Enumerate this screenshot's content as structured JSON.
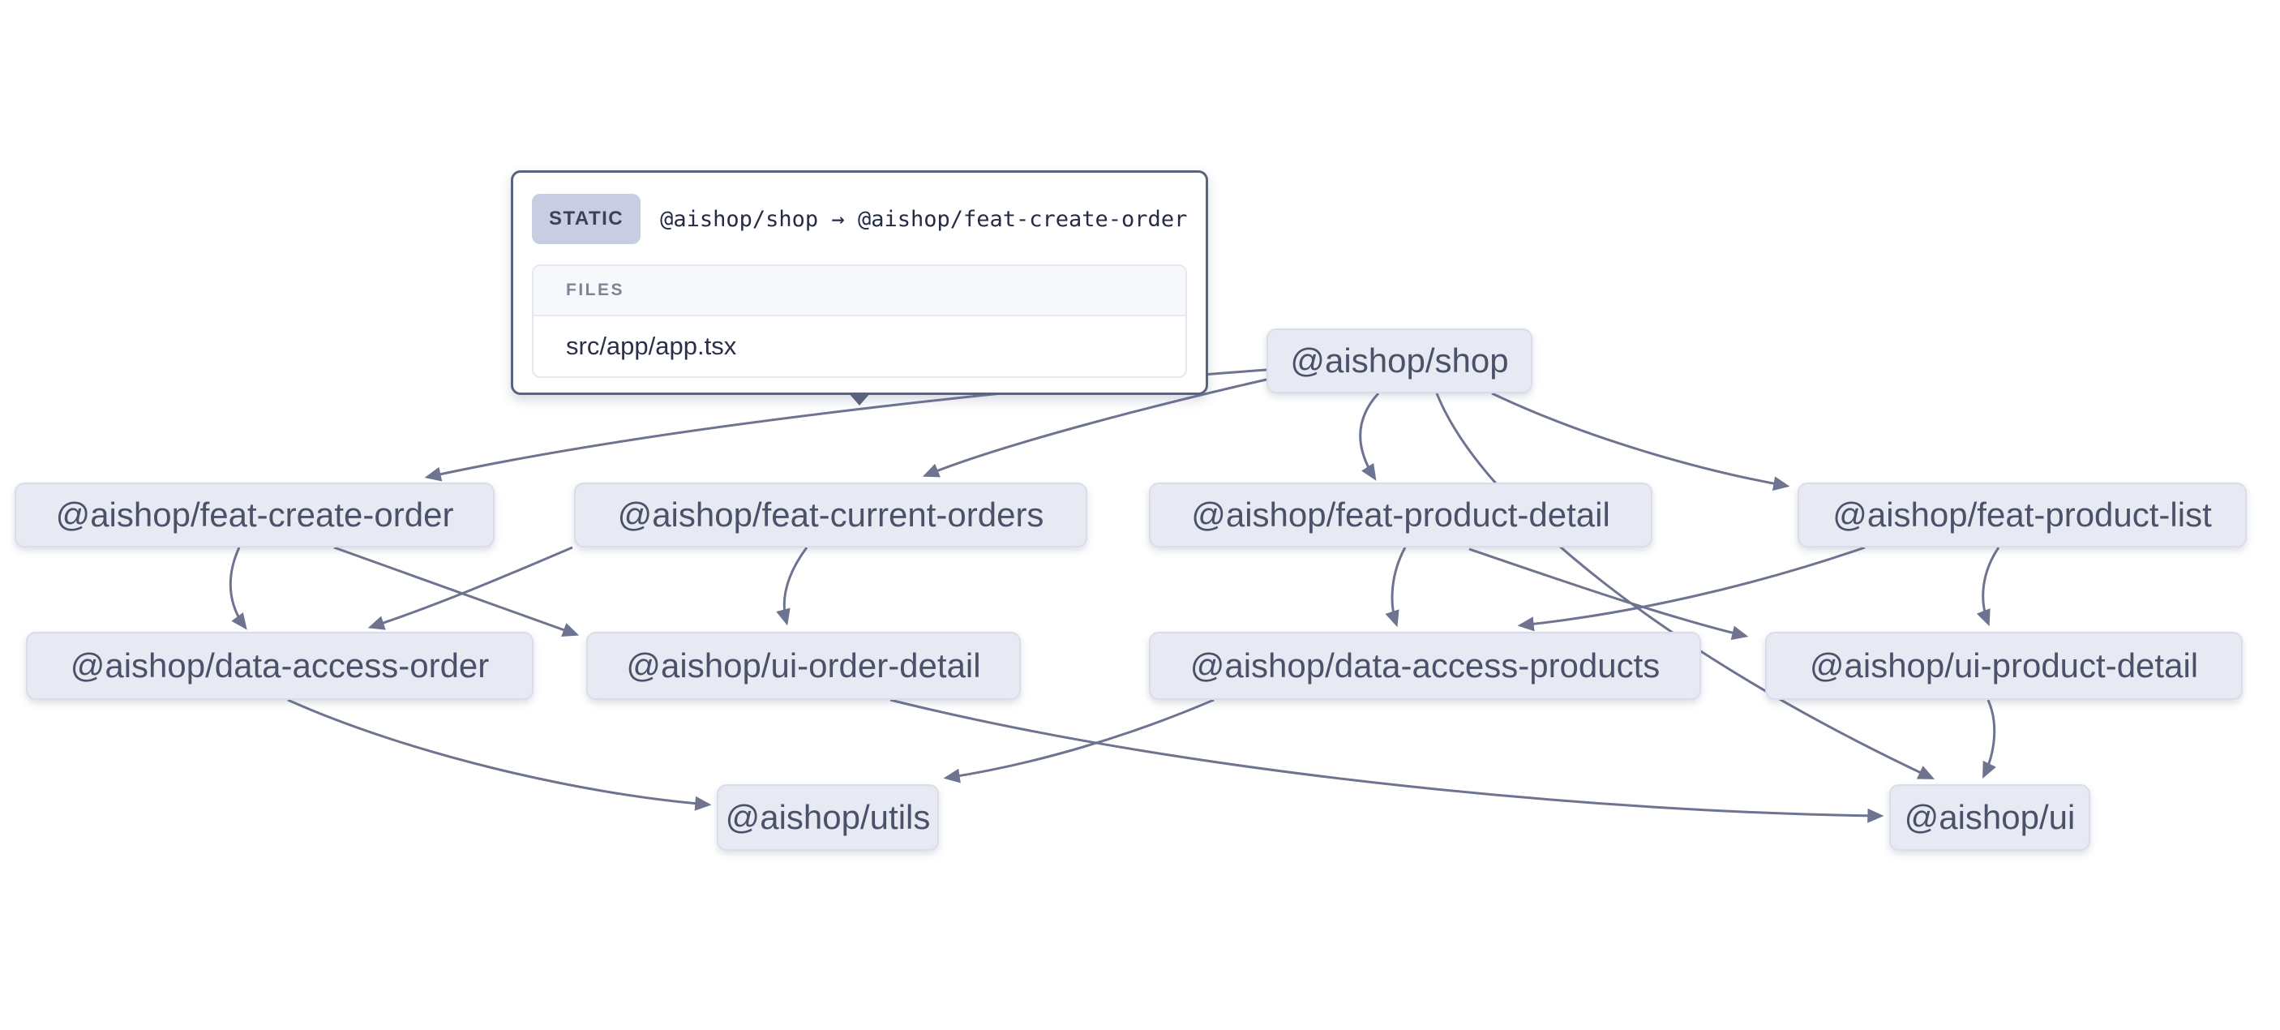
{
  "app": {
    "background": "#ffffff"
  },
  "tooltip": {
    "badge": "STATIC",
    "relation": "@aishop/shop → @aishop/feat-create-order",
    "source": "@aishop/shop",
    "target": "@aishop/feat-create-order",
    "files_header": "FILES",
    "files": [
      "src/app/app.tsx"
    ]
  },
  "colors": {
    "node_bg": "#e8eaf3",
    "node_text": "#4a5168",
    "edge": "#6e7490",
    "tooltip_border": "#5b627b",
    "badge_bg": "#c8cde2"
  },
  "graph": {
    "nodes": [
      {
        "id": "shop",
        "label": "@aishop/shop"
      },
      {
        "id": "feat-create-order",
        "label": "@aishop/feat-create-order"
      },
      {
        "id": "feat-current-orders",
        "label": "@aishop/feat-current-orders"
      },
      {
        "id": "feat-product-detail",
        "label": "@aishop/feat-product-detail"
      },
      {
        "id": "feat-product-list",
        "label": "@aishop/feat-product-list"
      },
      {
        "id": "data-access-order",
        "label": "@aishop/data-access-order"
      },
      {
        "id": "ui-order-detail",
        "label": "@aishop/ui-order-detail"
      },
      {
        "id": "data-access-products",
        "label": "@aishop/data-access-products"
      },
      {
        "id": "ui-product-detail",
        "label": "@aishop/ui-product-detail"
      },
      {
        "id": "utils",
        "label": "@aishop/utils"
      },
      {
        "id": "ui",
        "label": "@aishop/ui"
      }
    ],
    "edges": [
      {
        "source": "shop",
        "target": "feat-create-order"
      },
      {
        "source": "shop",
        "target": "feat-current-orders"
      },
      {
        "source": "shop",
        "target": "feat-product-detail"
      },
      {
        "source": "shop",
        "target": "feat-product-list"
      },
      {
        "source": "shop",
        "target": "ui"
      },
      {
        "source": "feat-create-order",
        "target": "data-access-order"
      },
      {
        "source": "feat-create-order",
        "target": "ui-order-detail"
      },
      {
        "source": "feat-current-orders",
        "target": "data-access-order"
      },
      {
        "source": "feat-current-orders",
        "target": "ui-order-detail"
      },
      {
        "source": "feat-product-detail",
        "target": "data-access-products"
      },
      {
        "source": "feat-product-detail",
        "target": "ui-product-detail"
      },
      {
        "source": "feat-product-list",
        "target": "data-access-products"
      },
      {
        "source": "feat-product-list",
        "target": "ui-product-detail"
      },
      {
        "source": "data-access-order",
        "target": "utils"
      },
      {
        "source": "data-access-products",
        "target": "utils"
      },
      {
        "source": "ui-order-detail",
        "target": "ui"
      },
      {
        "source": "ui-product-detail",
        "target": "ui"
      }
    ]
  }
}
